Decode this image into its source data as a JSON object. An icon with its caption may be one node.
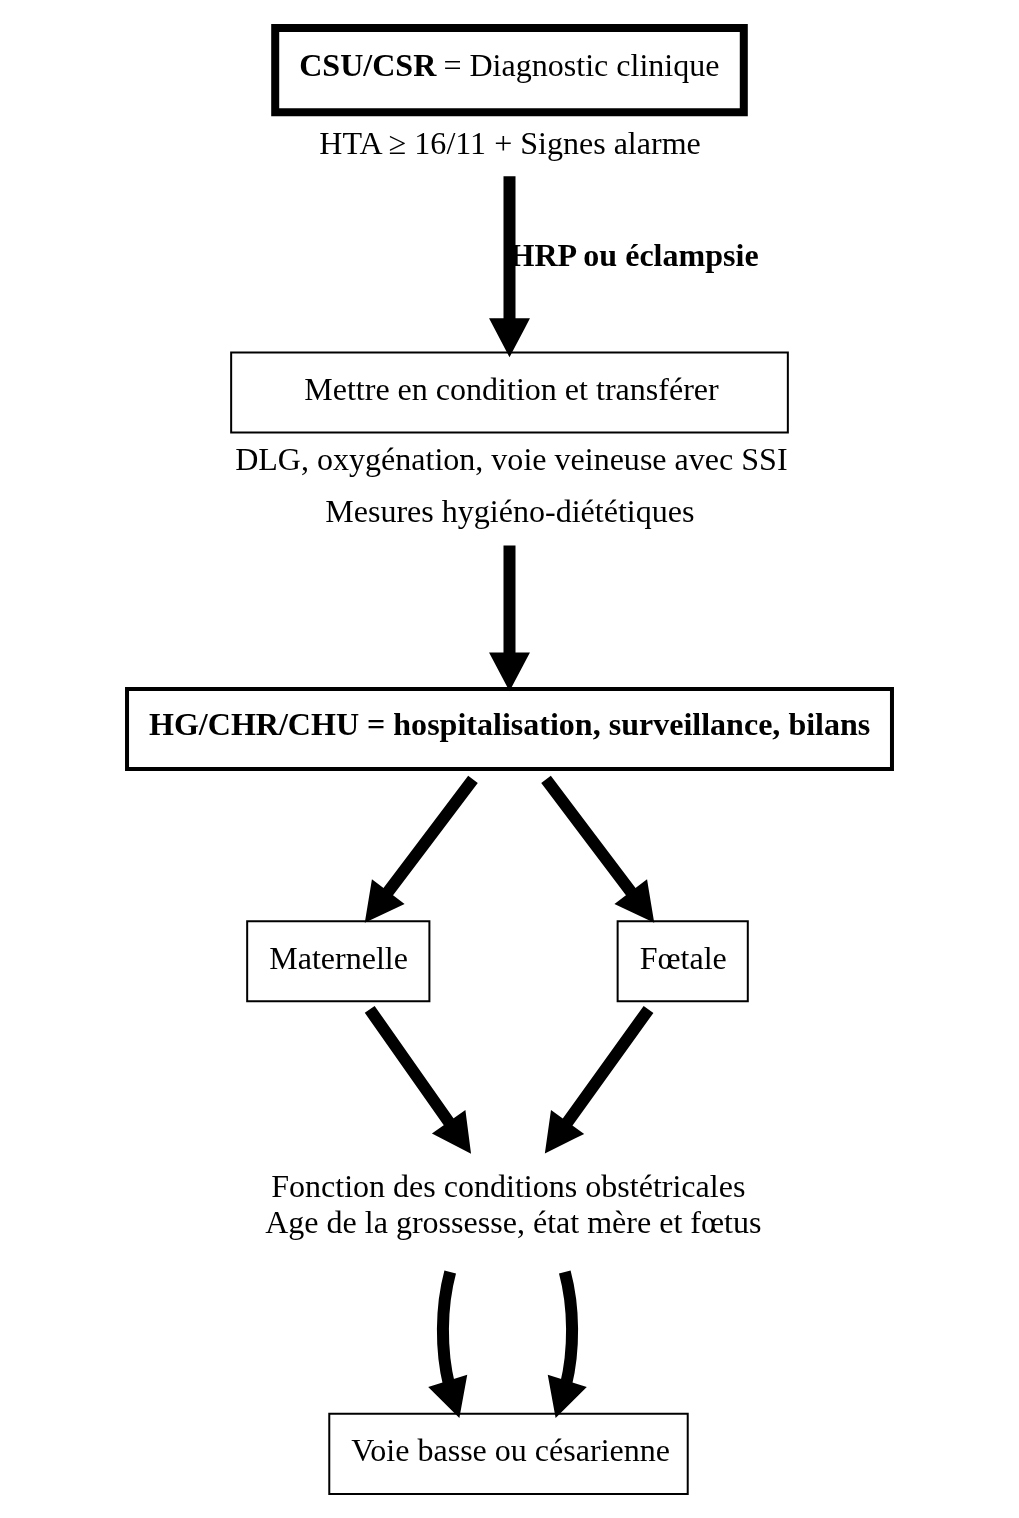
{
  "diagram": {
    "nodes": [
      {
        "text": [
          "**CSU/CSR** = Diagnostic clinique"
        ],
        "beside": [
          "HTA ≥ 16/11 + Signes alarme"
        ]
      },
      {
        "text": [
          "Mettre en condition et transférer"
        ],
        "beside": [
          "DLG, oxygénation, voie veineuse avec SSI",
          "Mesures hygiéno-diététiques"
        ]
      },
      {
        "text": [
          "HG/CHR/CHU = hospitalisation, surveillance, bilans"
        ]
      },
      {
        "text": [
          "Maternelle"
        ]
      },
      {
        "text": [
          "Fœtale"
        ]
      },
      {
        "text": [
          "Fonction des conditions obstétricales",
          "Age de la grossesse, état mère et fœtus"
        ]
      },
      {
        "text": [
          "Voie basse ou césarienne"
        ]
      }
    ],
    "edges": [
      {
        "from": 0,
        "to": 1,
        "arrow": "to",
        "label": "HRP ou éclampsie"
      },
      {
        "from": 1,
        "to": 2,
        "arrow": "to"
      },
      {
        "from": 2,
        "to": 3,
        "arrow": "to"
      },
      {
        "from": 2,
        "to": 4,
        "arrow": "to"
      },
      {
        "from": 3,
        "to": 5,
        "arrow": "to"
      },
      {
        "from": 4,
        "to": 5,
        "arrow": "to"
      },
      {
        "from": 5,
        "to": 6,
        "arrow": "to"
      },
      {
        "from": 5,
        "to": 6,
        "arrow": "to"
      }
    ]
  }
}
